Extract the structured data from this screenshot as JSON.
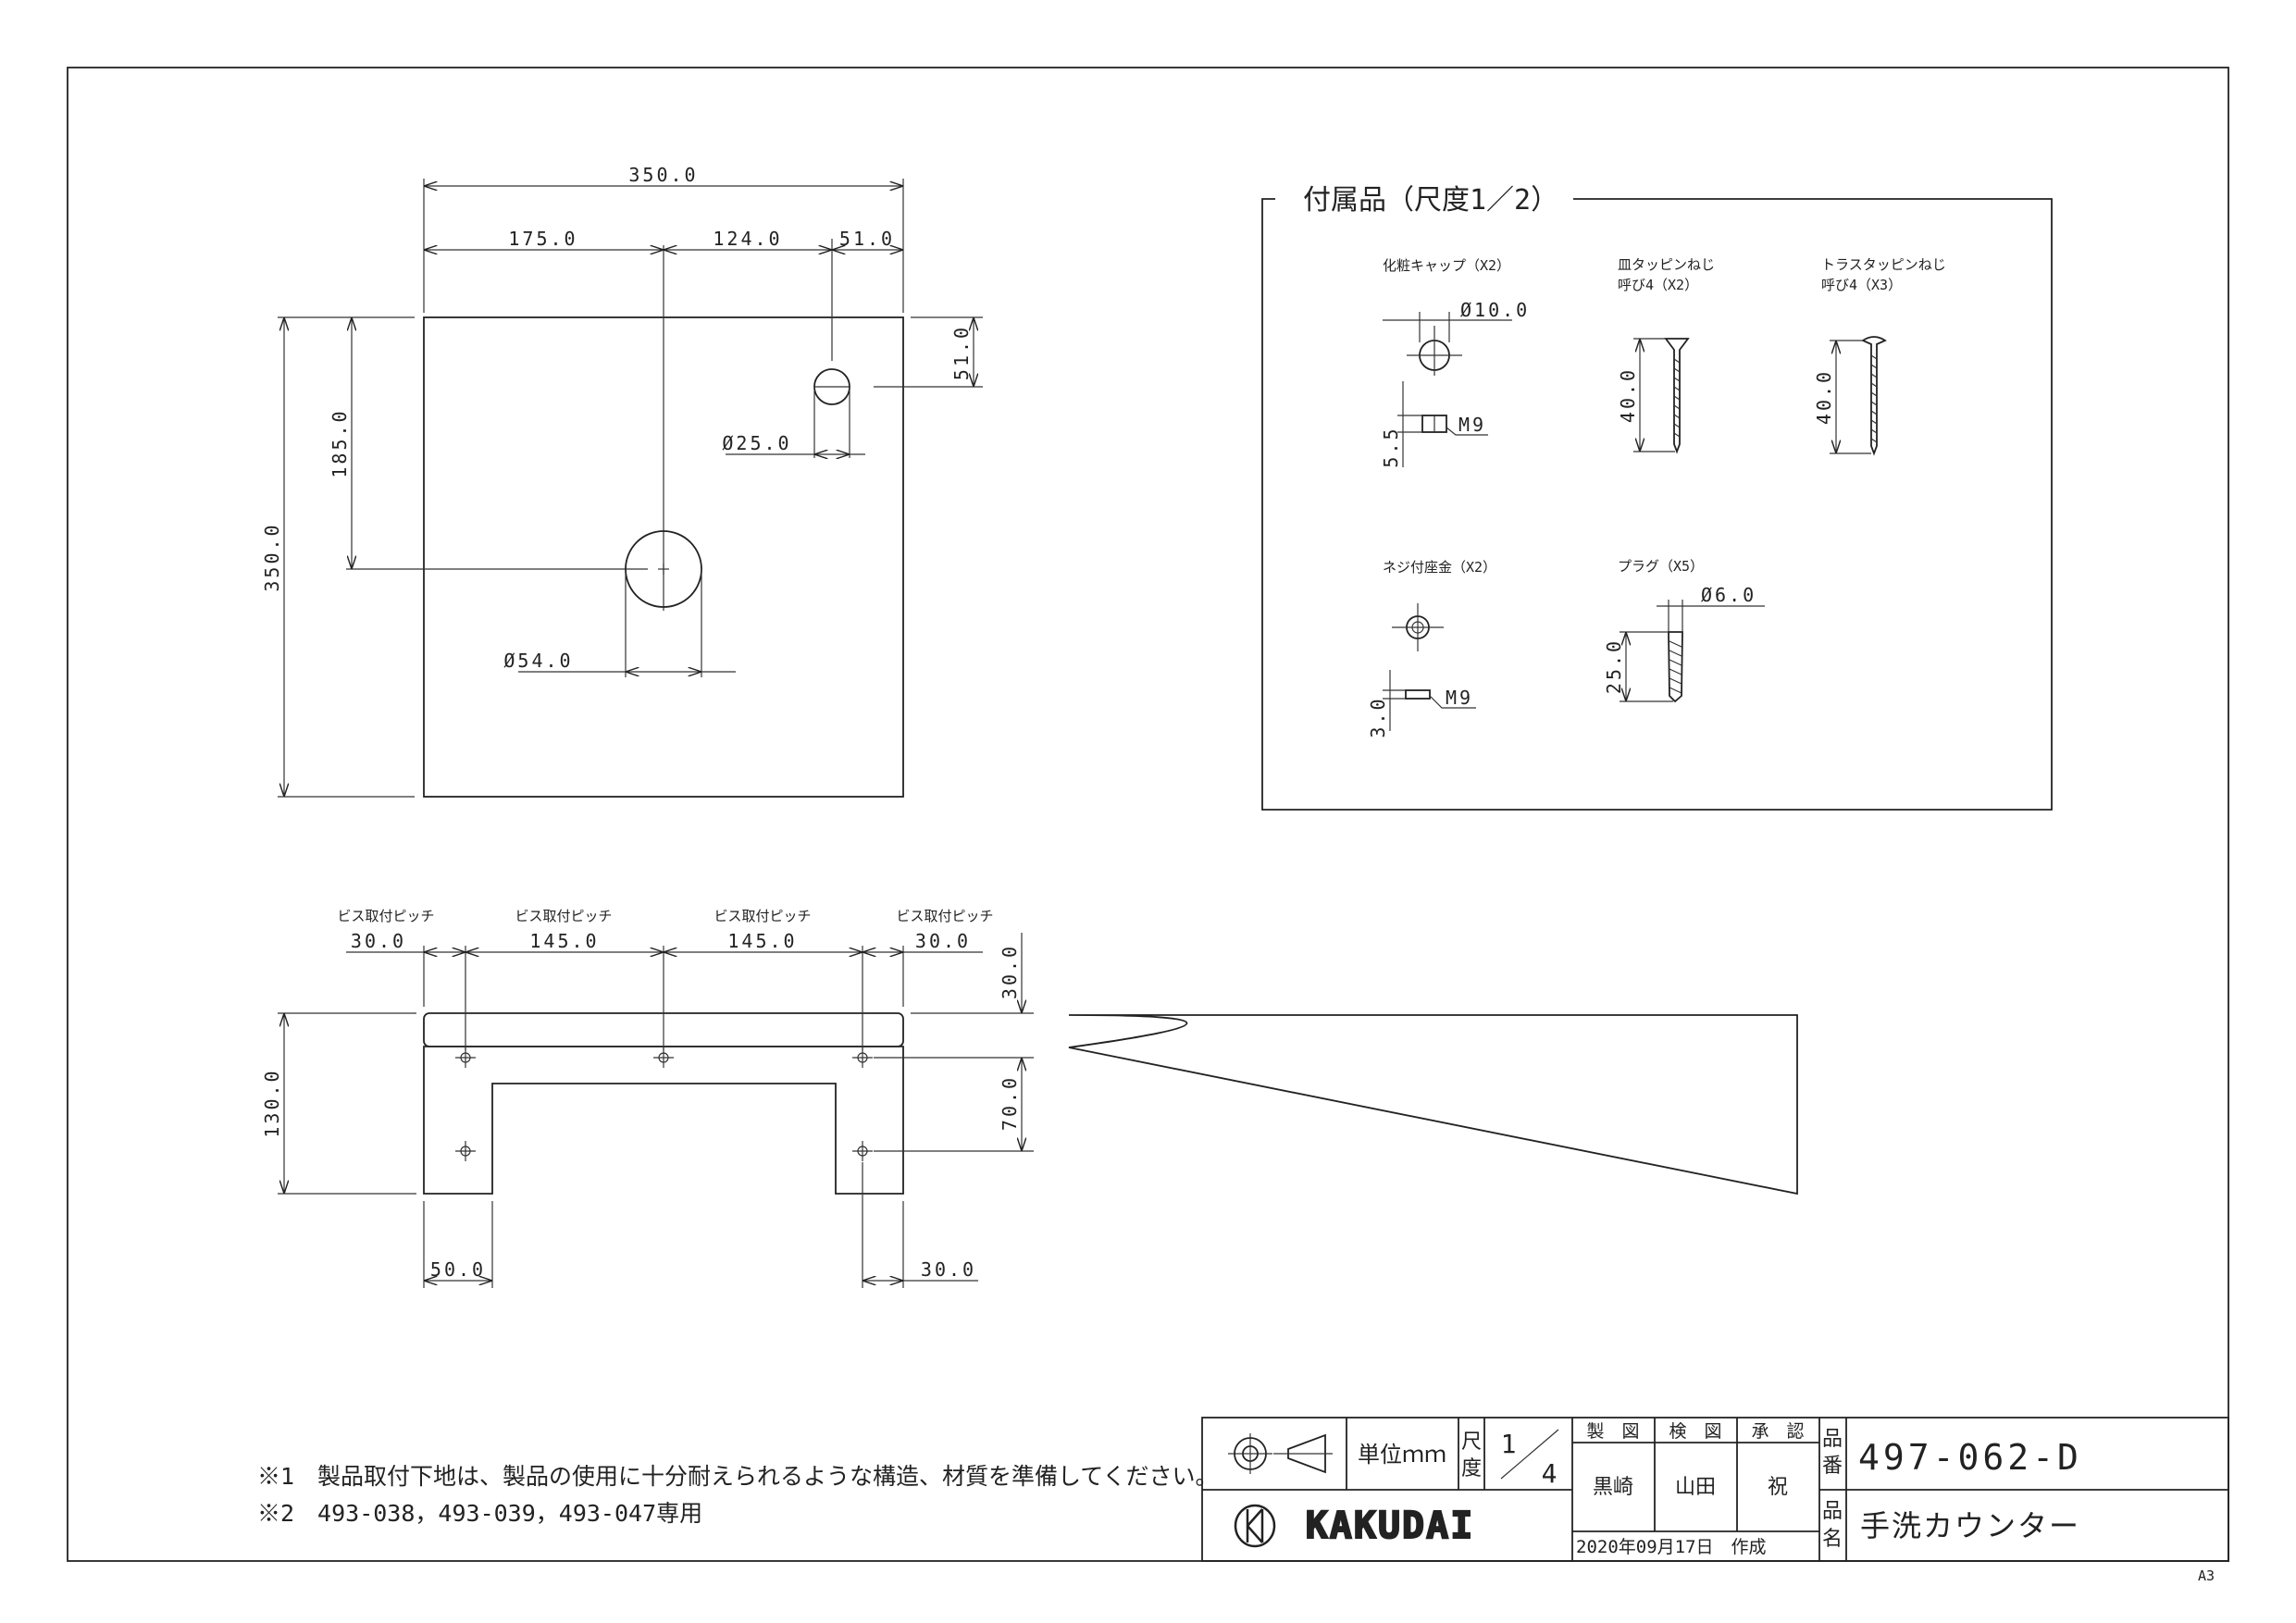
{
  "top_view": {
    "overall_width": "350.0",
    "d_left": "175.0",
    "d_middle": "124.0",
    "d_right": "51.0",
    "depth": "350.0",
    "d_center_y": "185.0",
    "d_small_y": "51.0",
    "d_small_hole": "Ø25.0",
    "d_large_hole": "Ø54.0"
  },
  "front_view": {
    "pitch_label": "ビス取付ピッチ",
    "p1": "30.0",
    "p2": "145.0",
    "p3": "145.0",
    "p4": "30.0",
    "height": "130.0",
    "r_top": "30.0",
    "r_mid": "70.0",
    "b_left": "50.0",
    "b_right": "30.0"
  },
  "accessories": {
    "heading": "付属品（尺度1／2）",
    "cap": {
      "name": "化粧キャップ（X2）",
      "dia": "Ø10.0",
      "h": "5.5",
      "thread": "M9"
    },
    "flat_screw": {
      "name": "皿タッピンねじ",
      "size": "呼び4（X2）",
      "len": "40.0"
    },
    "truss_screw": {
      "name": "トラスタッピンねじ",
      "size": "呼び4（X3）",
      "len": "40.0"
    },
    "washer": {
      "name": "ネジ付座金（X2）",
      "h": "3.0",
      "thread": "M9"
    },
    "plug": {
      "name": "プラグ（X5）",
      "dia": "Ø6.0",
      "len": "25.0"
    }
  },
  "notes": {
    "n1": "※1　製品取付下地は、製品の使用に十分耐えられるような構造、材質を準備してください。",
    "n2": "※2　493-038，493-039，493-047専用"
  },
  "title_block": {
    "unit_label": "単位ｍｍ",
    "scale_label_1": "尺",
    "scale_label_2": "度",
    "scale_num": "1",
    "scale_den": "4",
    "col_made": "製　図",
    "col_check": "検　図",
    "col_approve": "承　認",
    "name_made": "黒崎",
    "name_check": "山田",
    "name_approve": "祝",
    "brand": "KAKUDAI",
    "date": "2020年09月17日　作成",
    "pn_label_1": "品",
    "pn_label_2": "番",
    "part_number": "497-062-D",
    "pname_label_1": "品",
    "pname_label_2": "名",
    "product_name": "手洗カウンター"
  },
  "sheet_size": "A3"
}
